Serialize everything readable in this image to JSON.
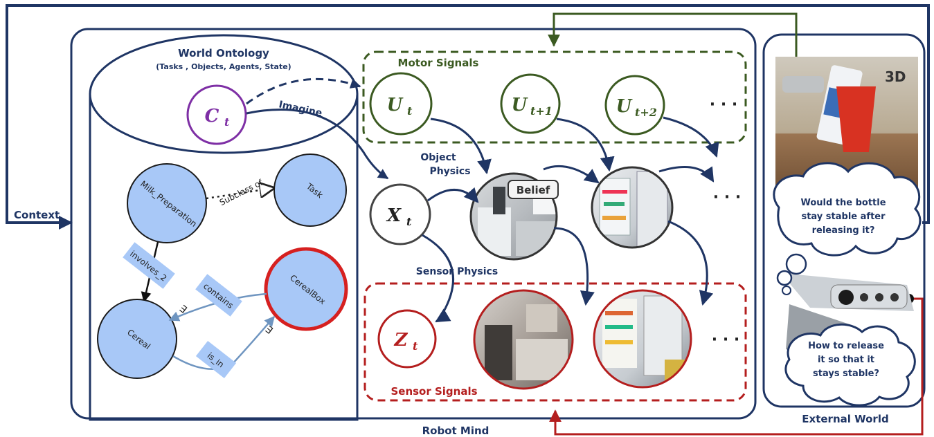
{
  "labels": {
    "context": "Context",
    "robot_mind": "Robot Mind",
    "external_world": "External World",
    "world_ontology": "World Ontology",
    "ontology_subtitle": "(Tasks , Objects, Agents, State)",
    "imagine": "Imagine",
    "motor_signals": "Motor Signals",
    "sensor_signals": "Sensor Signals",
    "object_physics_1": "Object",
    "object_physics_2": "Physics",
    "sensor_physics": "Sensor  Physics",
    "belief": "Belief",
    "ellipsis": "· · ·"
  },
  "nodes": {
    "c": {
      "base": "C",
      "sub": "t"
    },
    "u0": {
      "base": "U",
      "sub": "t"
    },
    "u1": {
      "base": "U",
      "sub": "t+1"
    },
    "u2": {
      "base": "U",
      "sub": "t+2"
    },
    "x": {
      "base": "X",
      "sub": "t"
    },
    "z": {
      "base": "Z",
      "sub": "t"
    }
  },
  "ontology": {
    "milk_preparation": "Milk_Preparation",
    "task": "Task",
    "cereal": "Cereal",
    "cerealbox": "CerealBox",
    "subclass_of": "Subclass of",
    "involves_2": "involves_2",
    "contains": "contains",
    "is_in": "is_in",
    "exists_symbol": "∃"
  },
  "thoughts": {
    "q1": [
      "Would the bottle",
      "stay stable after",
      "releasing it?"
    ],
    "q2": [
      "How to release",
      "it so that it",
      "stays stable?"
    ]
  },
  "colors": {
    "navy": "#1f3564",
    "green": "#3b5a21",
    "red": "#b41e1e",
    "purple": "#7e2fa5",
    "node_blue": "#a8c8f7"
  }
}
